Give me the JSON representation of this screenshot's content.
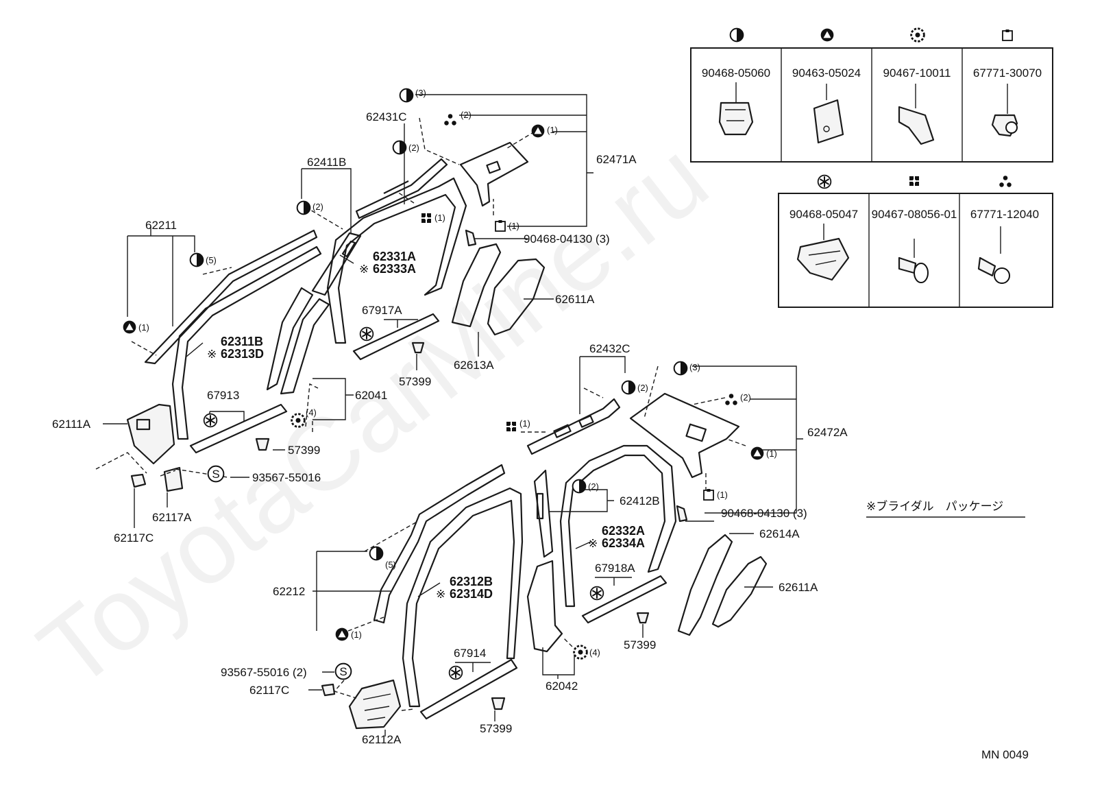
{
  "watermark": "ToyotaCarMine.ru",
  "code": "MN  0049",
  "legend_note": "※ブライダル　パッケージ",
  "fastener_table": {
    "row1": [
      {
        "part": "90468-05060",
        "icon": "half-circle-icon"
      },
      {
        "part": "90463-05024",
        "icon": "triangle-circle-icon"
      },
      {
        "part": "90467-10011",
        "icon": "gear-circle-icon"
      },
      {
        "part": "67771-30070",
        "icon": "square-notch-icon"
      }
    ],
    "row2": [
      {
        "part": "90468-05047",
        "icon": "asterisk-circle-icon"
      },
      {
        "part": "90467-08056-01",
        "icon": "cross-square-icon"
      },
      {
        "part": "67771-12040",
        "icon": "three-dot-icon"
      }
    ]
  },
  "labels": {
    "p62211": "62211",
    "p62411B": "62411B",
    "p62431C": "62431C",
    "p62471A": "62471A",
    "p9046804130a": "90468-04130 (3)",
    "p62331A": "62331A",
    "p62333A": "62333A",
    "p62611A_top": "62611A",
    "p67917A": "67917A",
    "p62613A": "62613A",
    "p57399_a": "57399",
    "p62311B": "62311B",
    "p62313D": "62313D",
    "p67913": "67913",
    "p62041": "62041",
    "p62111A": "62111A",
    "p57399_b": "57399",
    "p9356755016": "93567-55016",
    "p62117A": "62117A",
    "p62117C_a": "62117C",
    "p62432C": "62432C",
    "p62472A": "62472A",
    "p62412B": "62412B",
    "p9046804130b": "90468-04130 (3)",
    "p62332A": "62332A",
    "p62334A": "62334A",
    "p62614A": "62614A",
    "p67918A": "67918A",
    "p62611A_right": "62611A",
    "p62212": "62212",
    "p62312B": "62312B",
    "p62314D": "62314D",
    "p57399_c": "57399",
    "p9356755016b": "93567-55016 (2)",
    "p62117C_b": "62117C",
    "p67914": "67914",
    "p62042": "62042",
    "p62112A": "62112A",
    "p57399_d": "57399"
  },
  "quantities": {
    "q_half_3a": "(3)",
    "q_dots_2a": "(2)",
    "q_tri_1a": "(1)",
    "q_half_2a": "(2)",
    "q_cross_1a": "(1)",
    "q_sq_1a": "(1)",
    "q_half_2b": "(2)",
    "q_half_5a": "(5)",
    "q_tri_1b": "(1)",
    "q_gear_4a": "(4)",
    "q_half_3b": "(3)",
    "q_half_2c": "(2)",
    "q_cross_1b": "(1)",
    "q_dots_2b": "(2)",
    "q_tri_1c": "(1)",
    "q_sq_1b": "(1)",
    "q_half_2d": "(2)",
    "q_half_5b": "(5)",
    "q_tri_1d": "(1)",
    "q_gear_4b": "(4)"
  },
  "marks": {
    "s_symbol": "S",
    "kome": "※"
  }
}
